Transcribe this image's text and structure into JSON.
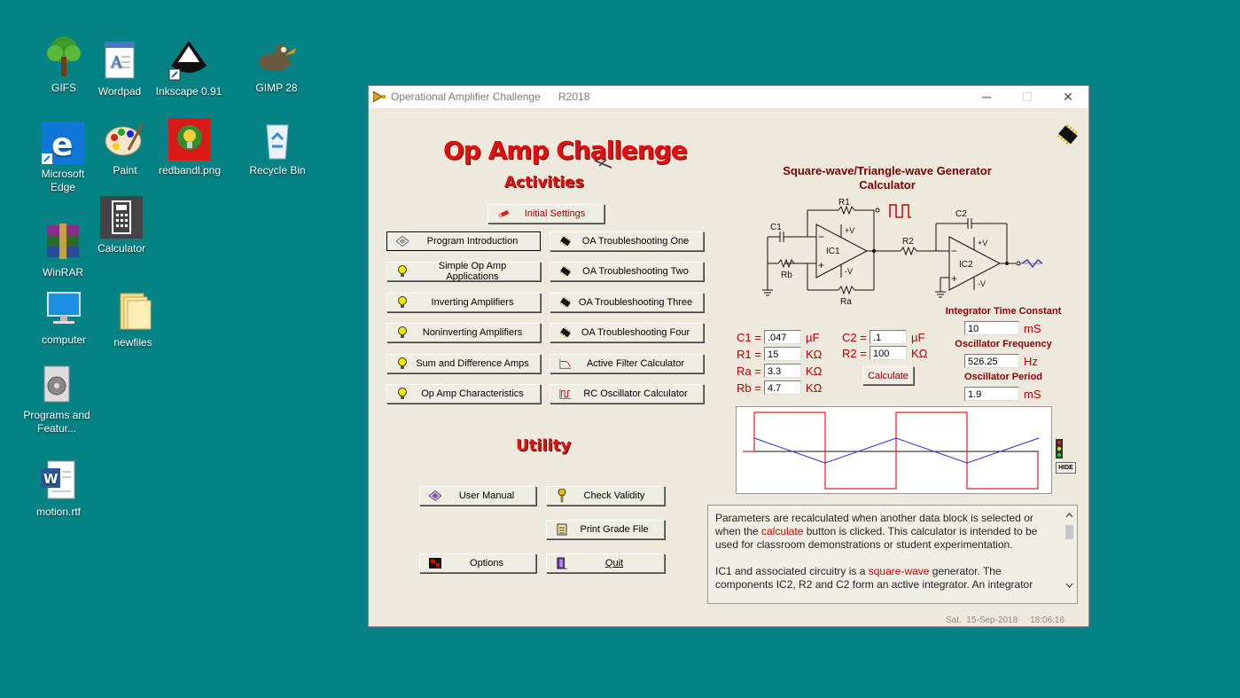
{
  "desktop": {
    "icons": [
      {
        "label": "GIFS"
      },
      {
        "label": "Wordpad"
      },
      {
        "label": "Inkscape 0.91"
      },
      {
        "label": "GIMP 28"
      },
      {
        "label": "Microsoft Edge"
      },
      {
        "label": "Paint"
      },
      {
        "label": "redbandl.png"
      },
      {
        "label": "Recycle Bin"
      },
      {
        "label": "Calculator"
      },
      {
        "label": "WinRAR"
      },
      {
        "label": "computer"
      },
      {
        "label": "newfiles"
      },
      {
        "label": "Programs and Featur..."
      },
      {
        "label": "motion.rtf"
      }
    ]
  },
  "window": {
    "title": "Operational Amplifier Challenge",
    "version": "R2018",
    "minimize_glyph": "─",
    "maximize_glyph": "☐",
    "close_glyph": "✕"
  },
  "main": {
    "heading": "Op Amp Challenge",
    "activities_label": "Activities",
    "utility_label": "Utility",
    "initial_settings": "Initial Settings",
    "left_buttons": [
      {
        "label": "Program Introduction",
        "icon": "diamond-icon"
      },
      {
        "label": "Simple Op Amp Applications",
        "icon": "bulb-icon"
      },
      {
        "label": "Inverting Amplifiers",
        "icon": "bulb-icon"
      },
      {
        "label": "Noninverting Amplifiers",
        "icon": "bulb-icon"
      },
      {
        "label": "Sum and Difference Amps",
        "icon": "bulb-icon"
      },
      {
        "label": "Op Amp Characteristics",
        "icon": "bulb-icon"
      }
    ],
    "right_buttons": [
      {
        "label": "OA Troubleshooting One",
        "icon": "chip-icon"
      },
      {
        "label": "OA Troubleshooting Two",
        "icon": "chip-icon"
      },
      {
        "label": "OA Troubleshooting Three",
        "icon": "chip-icon"
      },
      {
        "label": "OA Troubleshooting Four",
        "icon": "chip-icon"
      },
      {
        "label": "Active Filter Calculator",
        "icon": "filter-icon"
      },
      {
        "label": "RC Oscillator Calculator",
        "icon": "oscillator-icon"
      }
    ],
    "utility_buttons": {
      "user_manual": "User Manual",
      "check_validity": "Check Validity",
      "print_grade": "Print Grade File",
      "options": "Options",
      "quit": "Quit"
    }
  },
  "calculator": {
    "title_line1": "Square-wave/Triangle-wave Generator",
    "title_line2": "Calculator",
    "schematic": {
      "r1": "R1",
      "c1": "C1",
      "rb": "Rb",
      "ra": "Ra",
      "r2": "R2",
      "c2": "C2",
      "ic1": "IC1",
      "ic2": "IC2",
      "plus_v": "+V",
      "minus_v": "-V",
      "minus": "−",
      "plus": "+"
    },
    "inputs": [
      {
        "label": "C1 =",
        "value": ".047",
        "unit": "µF"
      },
      {
        "label": "R1 =",
        "value": "15",
        "unit": "KΩ"
      },
      {
        "label": "Ra =",
        "value": "3.3",
        "unit": "KΩ"
      },
      {
        "label": "Rb =",
        "value": "4.7",
        "unit": "KΩ"
      }
    ],
    "inputs2": [
      {
        "label": "C2 =",
        "value": ".1",
        "unit": "µF"
      },
      {
        "label": "R2 =",
        "value": "100",
        "unit": "KΩ"
      }
    ],
    "calculate_button": "Calculate",
    "outputs": [
      {
        "label": "Integrator Time Constant",
        "value": "10",
        "unit": "mS"
      },
      {
        "label": "Oscillator Frequency",
        "value": "526.25",
        "unit": "Hz"
      },
      {
        "label": "Oscillator Period",
        "value": "1.9",
        "unit": "mS"
      }
    ],
    "hide_button": "HIDE"
  },
  "description": {
    "p1_a": "Parameters are recalculated when another data block is selected or when the ",
    "p1_link": "calculate",
    "p1_b": " button is clicked. This calculator is intended to be used for classroom demonstrations or student experimentation.",
    "p2_a": "IC1 and associated circuitry is a ",
    "p2_link": "square-wave",
    "p2_b": " generator. The components IC2, R2 and C2 form an active integrator. An integrator"
  },
  "status": {
    "datetime": "Sat.  15-Sep-2018     18:06:16"
  }
}
